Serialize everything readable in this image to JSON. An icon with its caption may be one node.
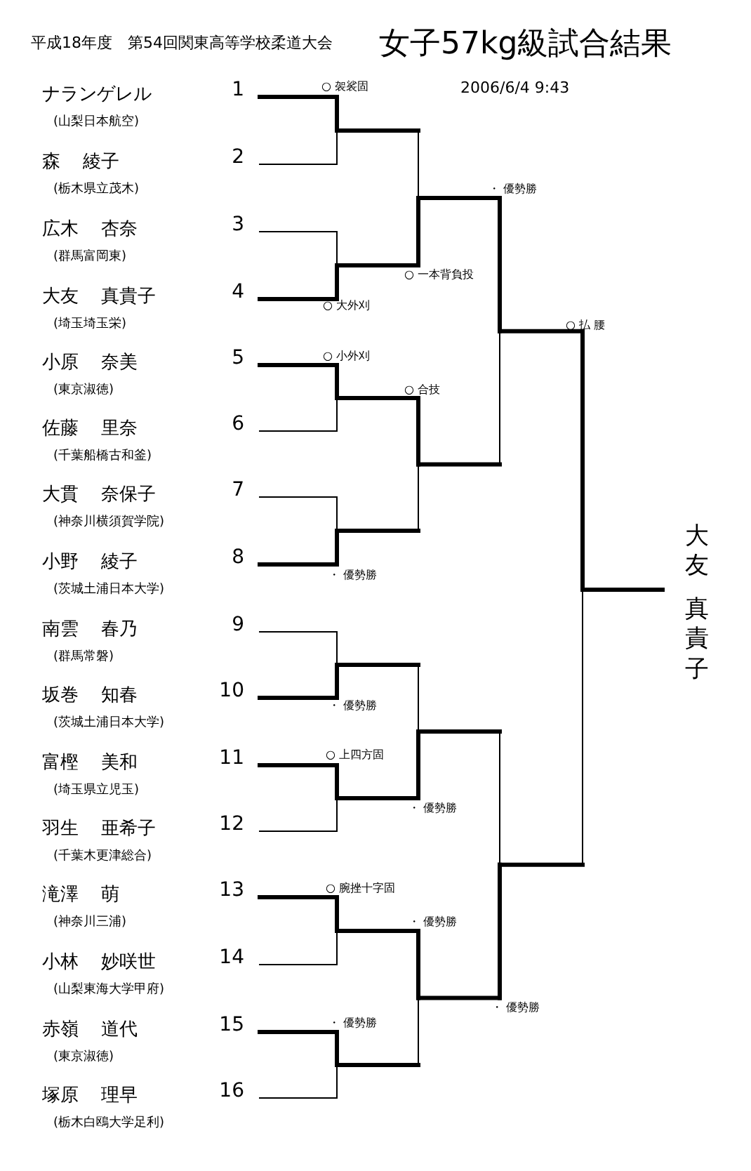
{
  "diagram": {
    "title": "女子57kg級試合結果",
    "nodes": [
      {
        "text": [
          "ナランゲレル",
          "(山梨日本航空)"
        ],
        "beside": [
          "1"
        ]
      },
      {
        "text": [
          "森 綾子",
          "(栃木県立茂木)"
        ],
        "beside": [
          "2"
        ]
      },
      {
        "text": [
          "広木 杏奈",
          "(群馬富岡東)"
        ],
        "beside": [
          "3"
        ]
      },
      {
        "text": [
          "大友 真貴子",
          "(埼玉埼玉栄)"
        ],
        "beside": [
          "4"
        ]
      },
      {
        "text": [
          "小原 奈美",
          "(東京淑徳)"
        ],
        "beside": [
          "5"
        ]
      },
      {
        "text": [
          "佐藤 里奈",
          "(千葉船橋古和釜)"
        ],
        "beside": [
          "6"
        ]
      },
      {
        "text": [
          "大貫 奈保子",
          "(神奈川横須賀学院)"
        ],
        "beside": [
          "7"
        ]
      },
      {
        "text": [
          "小野 綾子",
          "(茨城土浦日本大学)"
        ],
        "beside": [
          "8"
        ]
      },
      {
        "text": [
          "南雲 春乃",
          "(群馬常磐)"
        ],
        "beside": [
          "9"
        ]
      },
      {
        "text": [
          "坂巻 知春",
          "(茨城土浦日本大学)"
        ],
        "beside": [
          "10"
        ]
      },
      {
        "text": [
          "富樫 美和",
          "(埼玉県立児玉)"
        ],
        "beside": [
          "11"
        ]
      },
      {
        "text": [
          "羽生 亜希子",
          "(千葉木更津総合)"
        ],
        "beside": [
          "12"
        ]
      },
      {
        "text": [
          "滝澤 萌",
          "(神奈川三浦)"
        ],
        "beside": [
          "13"
        ]
      },
      {
        "text": [
          "小林 妙咲世",
          "(山梨東海大学甲府)"
        ],
        "beside": [
          "14"
        ]
      },
      {
        "text": [
          "赤嶺 道代",
          "(東京淑徳)"
        ],
        "beside": [
          "15"
        ]
      },
      {
        "text": [
          "塚原 理早",
          "(栃木白鴎大学足利)"
        ],
        "beside": [
          "16"
        ]
      }
    ],
    "labels": [
      "平成18年度　第54回関東高等学校柔道大会",
      "○ 袈裟固",
      "2006/6/4 9:43",
      "・ 優勢勝",
      "○ 一本背負投",
      "○ 大外刈",
      "○ 払 腰",
      "○ 小外刈",
      "○ 合技",
      "・ 優勢勝",
      "大友",
      "真責子",
      "・ 優勢勝",
      "○ 上四方固",
      "・ 優勢勝",
      "○ 腕挫十字固",
      "・ 優勢勝",
      "・ 優勢勝",
      "・ 優勢勝"
    ]
  }
}
